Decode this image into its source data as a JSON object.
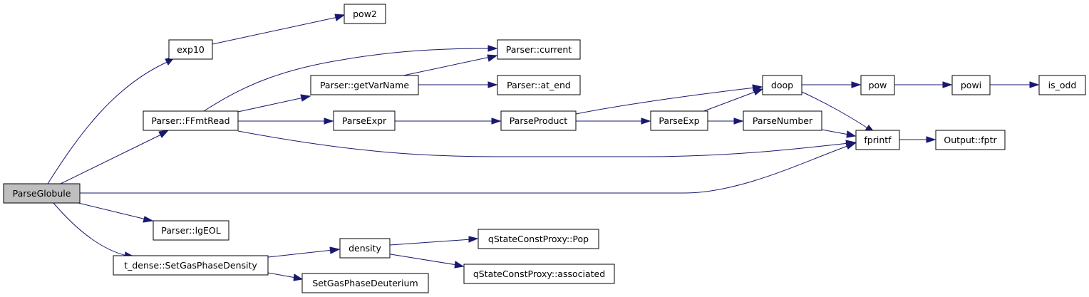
{
  "graph": {
    "edge_color": "#191970",
    "root_fill": "#bfbfbf",
    "nodes": {
      "parse_globule": "ParseGlobule",
      "exp10": "exp10",
      "parser_ffmtread": "Parser::FFmtRead",
      "parser_lgeol": "Parser::lgEOL",
      "t_dense_setgasphasedensity": "t_dense::SetGasPhaseDensity",
      "setgasphasedeuterium": "SetGasPhaseDeuterium",
      "density": "density",
      "pow2": "pow2",
      "parser_current": "Parser::current",
      "parser_getvarname": "Parser::getVarName",
      "parser_at_end": "Parser::at_end",
      "parseexpr": "ParseExpr",
      "parseproduct": "ParseProduct",
      "parseexp": "ParseExp",
      "parsenumber": "ParseNumber",
      "doop": "doop",
      "pow": "pow",
      "powi": "powi",
      "is_odd": "is_odd",
      "fprintf": "fprintf",
      "output_fptr": "Output::fptr",
      "qstateconstproxy_pop": "qStateConstProxy::Pop",
      "qstateconstproxy_associated": "qStateConstProxy::associated"
    }
  }
}
